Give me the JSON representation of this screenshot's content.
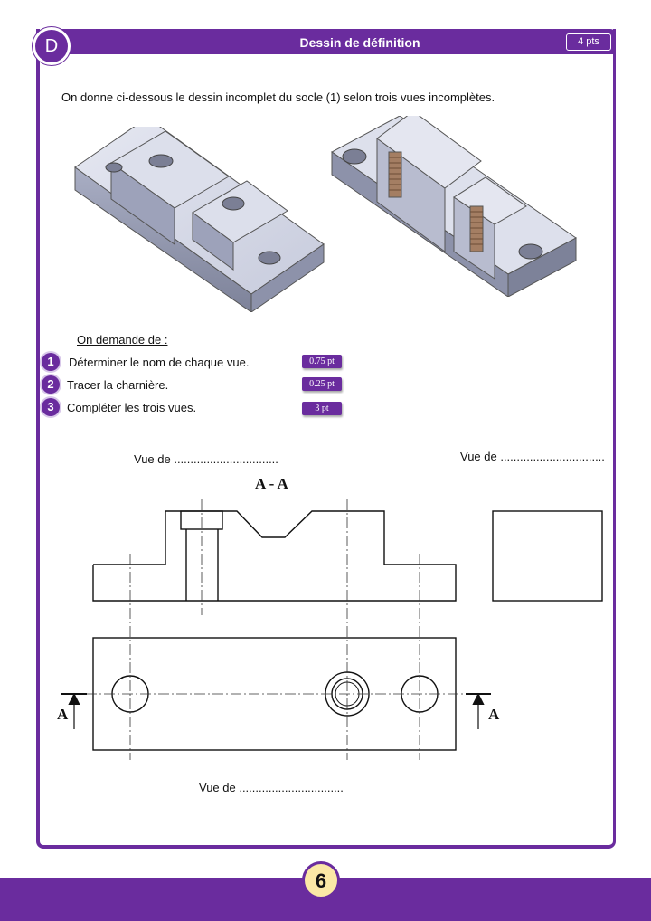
{
  "header": {
    "section_letter": "D",
    "title": "Dessin de définition",
    "points": "4 pts"
  },
  "intro_text": "On donne ci-dessous le dessin incomplet du socle (1) selon trois vues incomplètes.",
  "instructions": {
    "heading": "On demande de :",
    "steps": [
      {
        "number": "1",
        "text": "Déterminer le nom de chaque vue.",
        "points": "0.75 pt"
      },
      {
        "number": "2",
        "text": "Tracer la charnière.",
        "points": "0.25 pt"
      },
      {
        "number": "3",
        "text": "Compléter les trois vues.",
        "points": "3 pt"
      }
    ]
  },
  "views": {
    "front_label": "Vue de ................................",
    "side_label": "Vue de ................................",
    "top_label": "Vue de ................................",
    "section_title": "A - A",
    "cut_left": "A",
    "cut_right": "A"
  },
  "page_number": "6",
  "colors": {
    "accent": "#6a2c9e",
    "page_badge": "#fbe8a6"
  }
}
